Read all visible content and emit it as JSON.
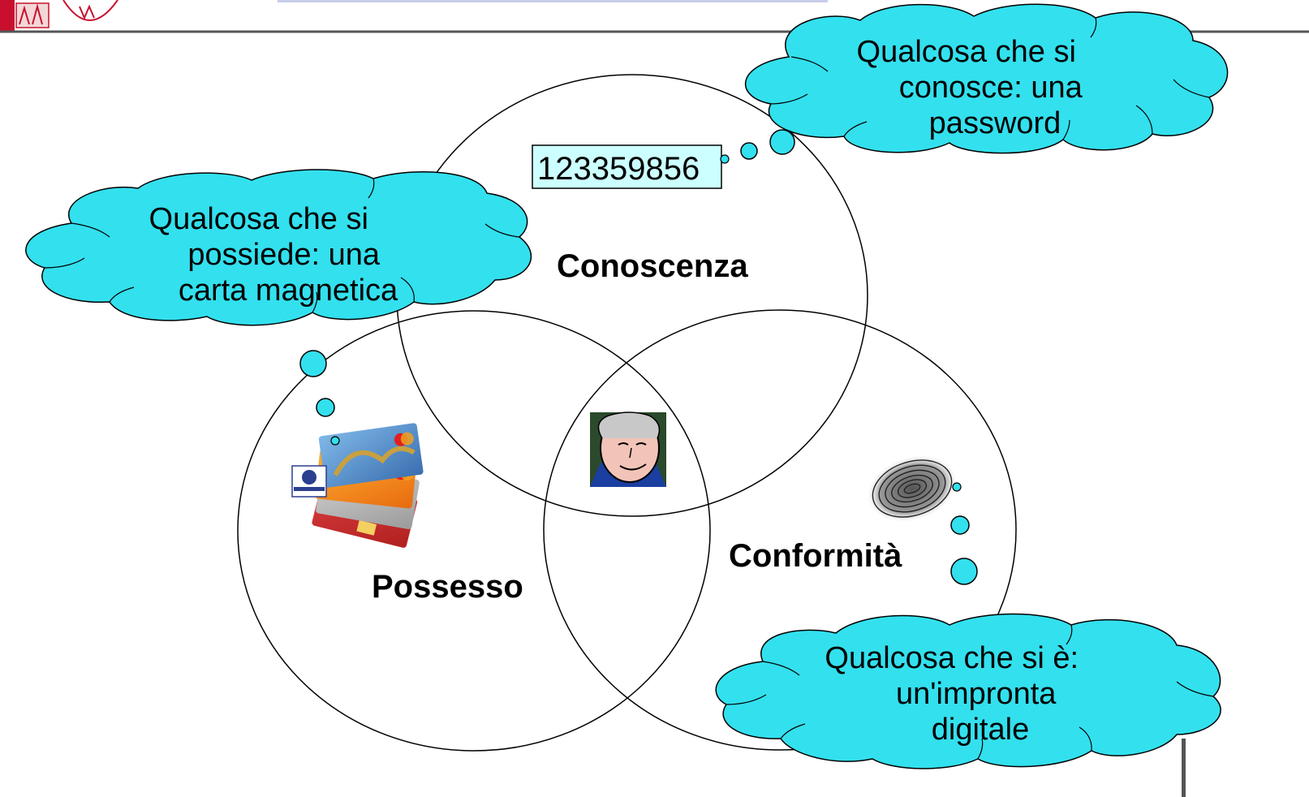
{
  "colors": {
    "cloud_fill": "#33e0ee",
    "password_box_fill": "#ccffff",
    "line": "#000000",
    "logo_red": "#c8102e",
    "header_rule": "#555555"
  },
  "header": {
    "logo_icon": "university-seal-icon"
  },
  "diagram": {
    "password_value": "123359856",
    "circles": {
      "conoscenza": {
        "label": "Conoscenza"
      },
      "possesso": {
        "label": "Possesso"
      },
      "conformita": {
        "label": "Conformità"
      }
    },
    "center_icon": "person-face-icon",
    "possesso_icon": "credit-cards-icon",
    "conformita_icon": "fingerprint-icon",
    "clouds": {
      "password": {
        "lines": [
          "Qualcosa che si",
          "conosce: una",
          "password"
        ]
      },
      "card": {
        "lines": [
          "Qualcosa che si",
          "possiede: una",
          "carta magnetica"
        ]
      },
      "fingerprint": {
        "lines": [
          "Qualcosa che si è:",
          "un'impronta",
          "digitale"
        ]
      }
    }
  }
}
